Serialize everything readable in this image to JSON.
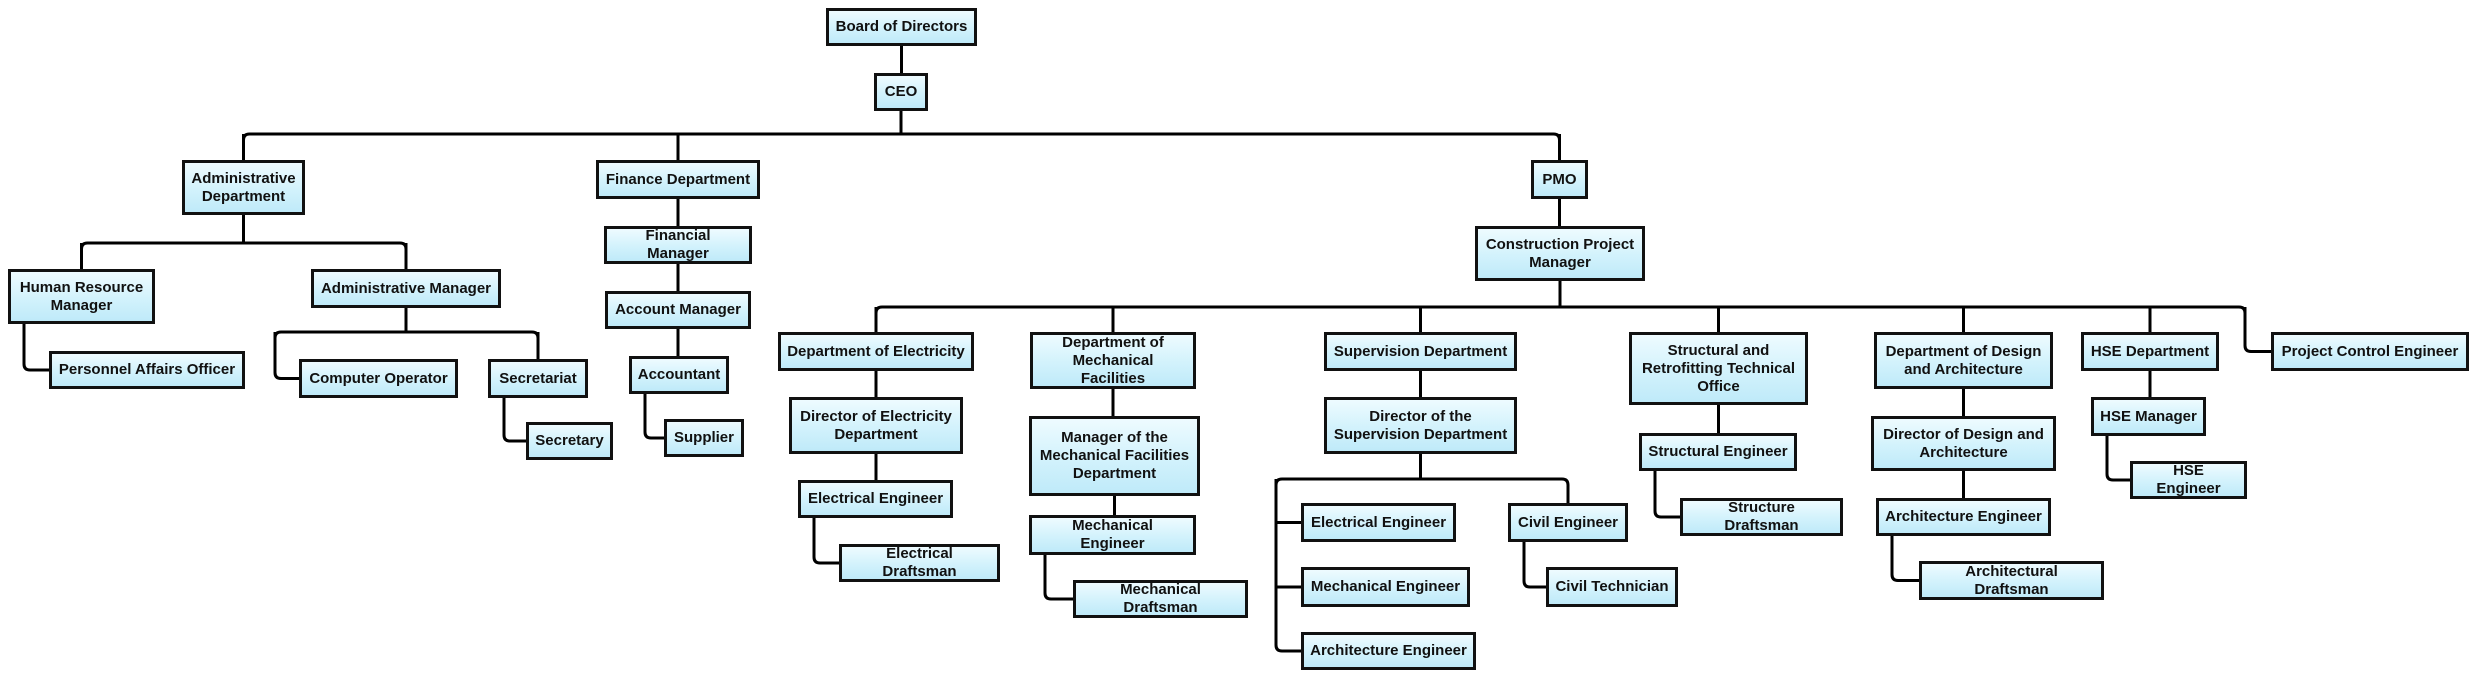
{
  "diagram": {
    "type": "organizational-chart",
    "colors": {
      "node_fill": "#d2f2fc",
      "node_border": "#111111",
      "connector": "#000000"
    },
    "nodes": [
      {
        "id": "board",
        "label": "Board of Directors",
        "parent": null
      },
      {
        "id": "ceo",
        "label": "CEO",
        "parent": "board"
      },
      {
        "id": "admin_dept",
        "label": "Administrative\nDepartment",
        "parent": "ceo"
      },
      {
        "id": "finance_dept",
        "label": "Finance Department",
        "parent": "ceo"
      },
      {
        "id": "pmo",
        "label": "PMO",
        "parent": "ceo"
      },
      {
        "id": "hr_manager",
        "label": "Human Resource\nManager",
        "parent": "admin_dept"
      },
      {
        "id": "admin_manager",
        "label": "Administrative Manager",
        "parent": "admin_dept"
      },
      {
        "id": "personnel_officer",
        "label": "Personnel Affairs Officer",
        "parent": "hr_manager"
      },
      {
        "id": "computer_operator",
        "label": "Computer Operator",
        "parent": "admin_manager"
      },
      {
        "id": "secretariat",
        "label": "Secretariat",
        "parent": "admin_manager"
      },
      {
        "id": "secretary",
        "label": "Secretary",
        "parent": "secretariat"
      },
      {
        "id": "financial_manager",
        "label": "Financial Manager",
        "parent": "finance_dept"
      },
      {
        "id": "account_manager",
        "label": "Account Manager",
        "parent": "financial_manager"
      },
      {
        "id": "accountant",
        "label": "Accountant",
        "parent": "account_manager"
      },
      {
        "id": "supplier",
        "label": "Supplier",
        "parent": "accountant"
      },
      {
        "id": "cpm",
        "label": "Construction Project\nManager",
        "parent": "pmo"
      },
      {
        "id": "dept_electricity",
        "label": "Department of Electricity",
        "parent": "cpm"
      },
      {
        "id": "dir_electricity",
        "label": "Director of Electricity\nDepartment",
        "parent": "dept_electricity"
      },
      {
        "id": "electrical_engineer_1",
        "label": "Electrical Engineer",
        "parent": "dir_electricity"
      },
      {
        "id": "electrical_draftsman",
        "label": "Electrical Draftsman",
        "parent": "electrical_engineer_1"
      },
      {
        "id": "dept_mechanical",
        "label": "Department of\nMechanical Facilities",
        "parent": "cpm"
      },
      {
        "id": "mgr_mechanical",
        "label": "Manager of the\nMechanical Facilities\nDepartment",
        "parent": "dept_mechanical"
      },
      {
        "id": "mechanical_engineer_1",
        "label": "Mechanical Engineer",
        "parent": "mgr_mechanical"
      },
      {
        "id": "mechanical_draftsman",
        "label": "Mechanical Draftsman",
        "parent": "mechanical_engineer_1"
      },
      {
        "id": "supervision_dept",
        "label": "Supervision Department",
        "parent": "cpm"
      },
      {
        "id": "dir_supervision",
        "label": "Director of the\nSupervision Department",
        "parent": "supervision_dept"
      },
      {
        "id": "electrical_engineer_2",
        "label": "Electrical Engineer",
        "parent": "dir_supervision"
      },
      {
        "id": "mechanical_engineer_2",
        "label": "Mechanical Engineer",
        "parent": "dir_supervision"
      },
      {
        "id": "architecture_engineer_2",
        "label": "Architecture Engineer",
        "parent": "dir_supervision"
      },
      {
        "id": "civil_engineer",
        "label": "Civil Engineer",
        "parent": "dir_supervision"
      },
      {
        "id": "civil_technician",
        "label": "Civil Technician",
        "parent": "civil_engineer"
      },
      {
        "id": "structural_office",
        "label": "Structural and\nRetrofitting Technical\nOffice",
        "parent": "cpm"
      },
      {
        "id": "structural_engineer",
        "label": "Structural Engineer",
        "parent": "structural_office"
      },
      {
        "id": "structure_draftsman",
        "label": "Structure Draftsman",
        "parent": "structural_engineer"
      },
      {
        "id": "dept_design",
        "label": "Department of Design\nand Architecture",
        "parent": "cpm"
      },
      {
        "id": "dir_design",
        "label": "Director of Design and\nArchitecture",
        "parent": "dept_design"
      },
      {
        "id": "architecture_engineer_1",
        "label": "Architecture Engineer",
        "parent": "dir_design"
      },
      {
        "id": "architectural_draftsman",
        "label": "Architectural Draftsman",
        "parent": "architecture_engineer_1"
      },
      {
        "id": "hse_dept",
        "label": "HSE Department",
        "parent": "cpm"
      },
      {
        "id": "hse_manager",
        "label": "HSE Manager",
        "parent": "hse_dept"
      },
      {
        "id": "hse_engineer",
        "label": "HSE Engineer",
        "parent": "hse_manager"
      },
      {
        "id": "project_control_engineer",
        "label": "Project Control Engineer",
        "parent": "cpm"
      }
    ]
  }
}
